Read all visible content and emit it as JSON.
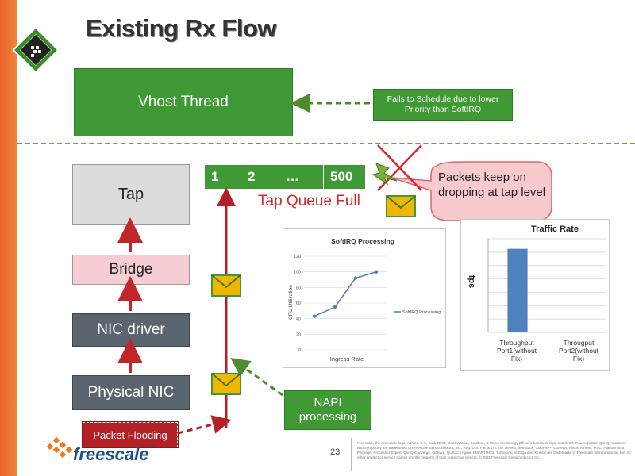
{
  "title": "Existing Rx Flow",
  "boxes": {
    "vhost_thread": "Vhost Thread",
    "fails_schedule": "Fails to Schedule due to lower Priority than SoftIRQ",
    "tap": "Tap",
    "bridge": "Bridge",
    "nic_driver": "NIC driver",
    "physical_nic": "Physical NIC",
    "packet_flooding": "Packet Flooding",
    "napi_processing": "NAPI processing"
  },
  "queue": {
    "cells": [
      "1",
      "2",
      "…",
      "500"
    ],
    "status": "Tap Queue Full"
  },
  "callout": "Packets keep on dropping at tap level",
  "footer": {
    "page_number": "23",
    "brand": "freescale",
    "trademark": "™",
    "legal": "Freescale, the Freescale logo, AltiVec, C-5, CodeTEST, CodeWarrior, ColdFire, C-Ware, the Energy Efficient Solutions logo, mobileGT, PowerQUICC, QorIQ, StarCore and Symphony are trademarks of Freescale Semiconductor, Inc., Reg. U.S. Pat. & Tm. Off. BeeKit, BeeStack, ColdFire+, CoreNet, Flexis, Kinetis, MXC, Platform in a Package, Processor Expert, QorIQ Converge, Qorivva, QUICC Engine, SMARTMOS, TurboLink, VortiQa and Xtrinsic are trademarks of Freescale Semiconductor, Inc. All other product or service names are the property of their respective owners. © 2011 Freescale Semiconductor, Inc."
  },
  "colors": {
    "green": "#3f9a36",
    "orange": "#e7622a",
    "red_arrow": "#c0262c",
    "dashed_red": "#b52028",
    "dashed_green": "#4f8a2d"
  },
  "chart_data": [
    {
      "type": "line",
      "title": "SoftIRQ Processing",
      "xlabel": "Ingress Rate",
      "ylabel": "CPU Utilization",
      "ylim": [
        0,
        120
      ],
      "yticks": [
        "0",
        "20",
        "40",
        "60",
        "80",
        "100",
        "120"
      ],
      "series": [
        {
          "name": "SoftIRQ Processing",
          "color": "#4f81bd",
          "values": [
            43,
            55,
            92,
            100
          ]
        }
      ],
      "legend": "right",
      "grid": true
    },
    {
      "type": "bar",
      "title": "Traffic Rate",
      "ylabel": "fps",
      "categories": [
        "Throughput Port1 (without Fix)",
        "Througput Port2(without Fix)"
      ],
      "values": [
        100,
        0
      ],
      "ylim": [
        0,
        112
      ],
      "color": "#4f81bd",
      "grid": true
    }
  ]
}
